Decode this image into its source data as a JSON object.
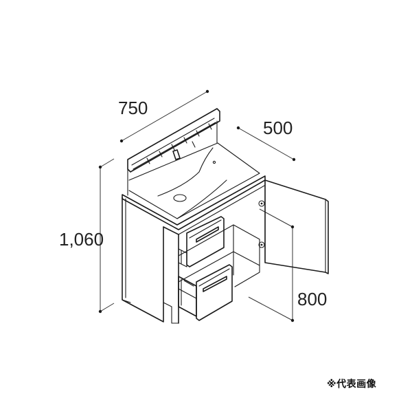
{
  "dimensions": {
    "width": "750",
    "depth": "500",
    "height": "1,060",
    "counter_height": "800"
  },
  "note": "※代表画像"
}
